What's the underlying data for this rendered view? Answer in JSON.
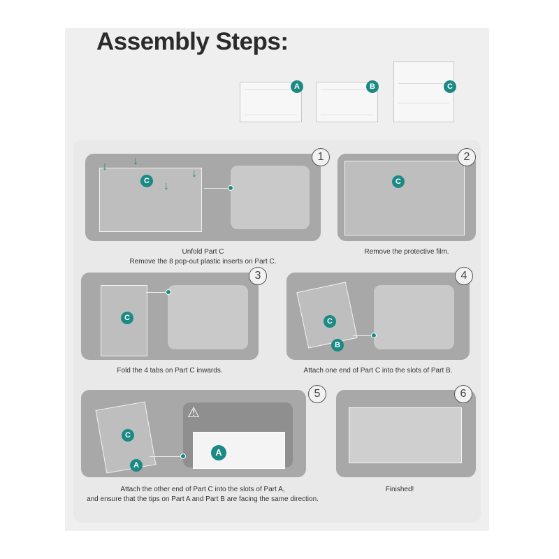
{
  "title": "Assembly Steps:",
  "parts": [
    {
      "label": "A"
    },
    {
      "label": "B"
    },
    {
      "label": "C"
    }
  ],
  "steps": [
    {
      "number": "1",
      "badges": [
        "C"
      ],
      "caption": [
        "Unfold Part C",
        "Remove the 8 pop-out plastic inserts on Part C."
      ]
    },
    {
      "number": "2",
      "badges": [
        "C"
      ],
      "caption": [
        "Remove the protective film."
      ]
    },
    {
      "number": "3",
      "badges": [
        "C"
      ],
      "caption": [
        "Fold the 4 tabs on Part C inwards."
      ]
    },
    {
      "number": "4",
      "badges": [
        "C",
        "B"
      ],
      "caption": [
        "Attach one end of Part C into the slots of Part B."
      ]
    },
    {
      "number": "5",
      "badges": [
        "C",
        "A",
        "A"
      ],
      "caption": [
        "Attach the other end of Part C into the slots of Part A,",
        "and ensure that the tips on Part A and Part B are facing the same direction."
      ]
    },
    {
      "number": "6",
      "badges": [],
      "caption": [
        "Finished!"
      ]
    }
  ],
  "colors": {
    "accent": "#1b8a84",
    "panel": "#a8a8a8",
    "background": "#efefef"
  }
}
